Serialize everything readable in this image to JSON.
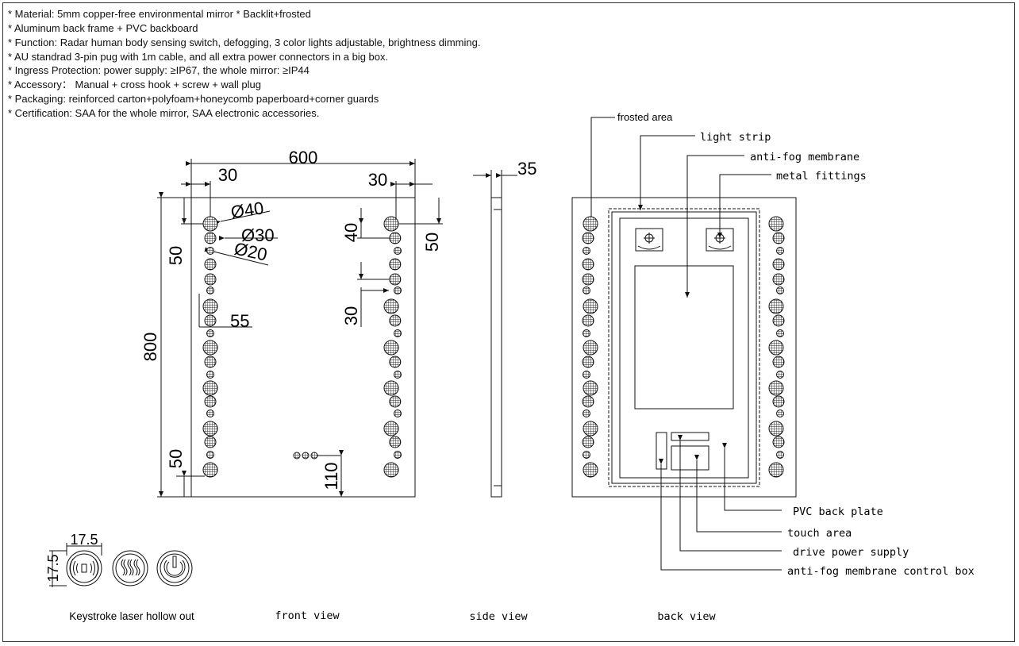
{
  "specs": [
    "* Material: 5mm copper-free environmental mirror    * Backlit+frosted",
    "* Aluminum back frame + PVC backboard",
    "* Function: Radar human body sensing switch, defogging, 3 color lights adjustable, brightness dimming.",
    "* AU standrad 3-pin pug with 1m cable, and all extra power connectors in a big box.",
    "* Ingress Protection: power supply: ≥IP67, the whole mirror: ≥IP44",
    "* Accessory： Manual + cross hook + screw + wall plug",
    "* Packaging: reinforced carton+polyfoam+honeycomb paperboard+corner guards",
    "* Certification: SAA for the whole mirror, SAA electronic accessories."
  ],
  "front": {
    "width": "600",
    "height": "800",
    "margin_left": "30",
    "margin_right": "30",
    "dia_large": "Ø40",
    "dia_medium": "Ø30",
    "dia_small": "Ø20",
    "top_offset": "50",
    "right_top_offset": "50",
    "spacing_40": "40",
    "spacing_30": "30",
    "spacing_55": "55",
    "bottom_offset": "50",
    "button_offset": "110",
    "caption": "front view"
  },
  "side": {
    "thickness": "35",
    "caption": "side view"
  },
  "back": {
    "labels": {
      "frosted_area": "frosted area",
      "light_strip": "light strip",
      "anti_fog_membrane": "anti-fog membrane",
      "metal_fittings": "metal fittings",
      "pvc_back_plate": "PVC back plate",
      "touch_area": "touch area",
      "drive_power_supply": "drive power supply",
      "anti_fog_control_box": "anti-fog membrane control box"
    },
    "caption": "back view"
  },
  "keys": {
    "size_h": "17.5",
    "size_v": "17.5",
    "caption": "Keystroke laser hollow out",
    "icons": [
      "radar-wave-icon",
      "defog-icon",
      "power-icon"
    ]
  }
}
